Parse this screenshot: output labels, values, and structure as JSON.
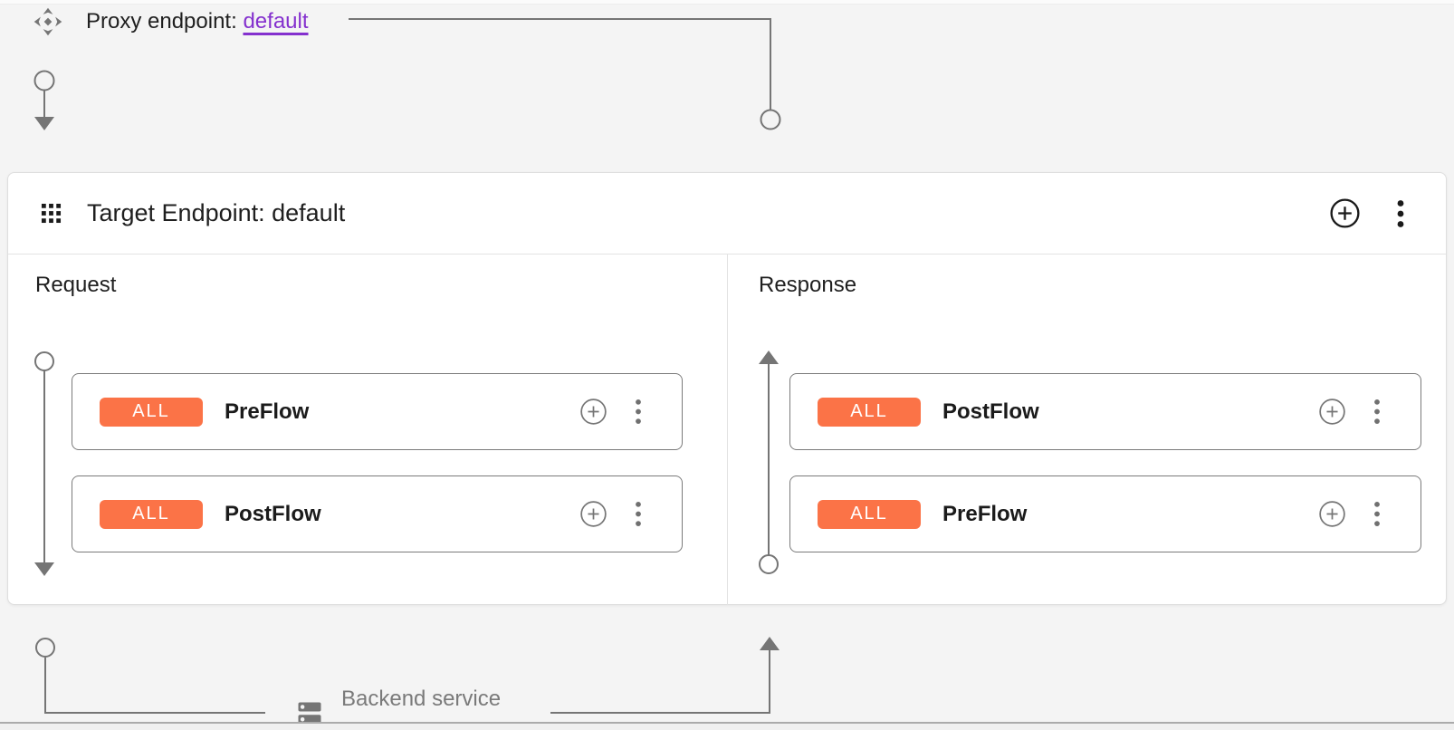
{
  "page": {
    "background_color": "#f4f4f4",
    "connector_color": "#757575"
  },
  "proxy_endpoint": {
    "icon": "proxy-endpoint-icon",
    "label": "Proxy endpoint:",
    "link_text": "default",
    "link_color": "#8430ce"
  },
  "target_endpoint": {
    "title": "Target Endpoint: default",
    "icons": {
      "grid": "grid-apps-icon",
      "add": "add-circle-icon",
      "menu": "vertical-dots-menu-icon"
    },
    "badge_color": "#fb7347",
    "request": {
      "label": "Request",
      "flows": [
        {
          "condition": "ALL",
          "name": "PreFlow"
        },
        {
          "condition": "ALL",
          "name": "PostFlow"
        }
      ]
    },
    "response": {
      "label": "Response",
      "flows": [
        {
          "condition": "ALL",
          "name": "PostFlow"
        },
        {
          "condition": "ALL",
          "name": "PreFlow"
        }
      ]
    }
  },
  "backend_service": {
    "icon": "server-dns-icon",
    "label": "Backend service"
  }
}
